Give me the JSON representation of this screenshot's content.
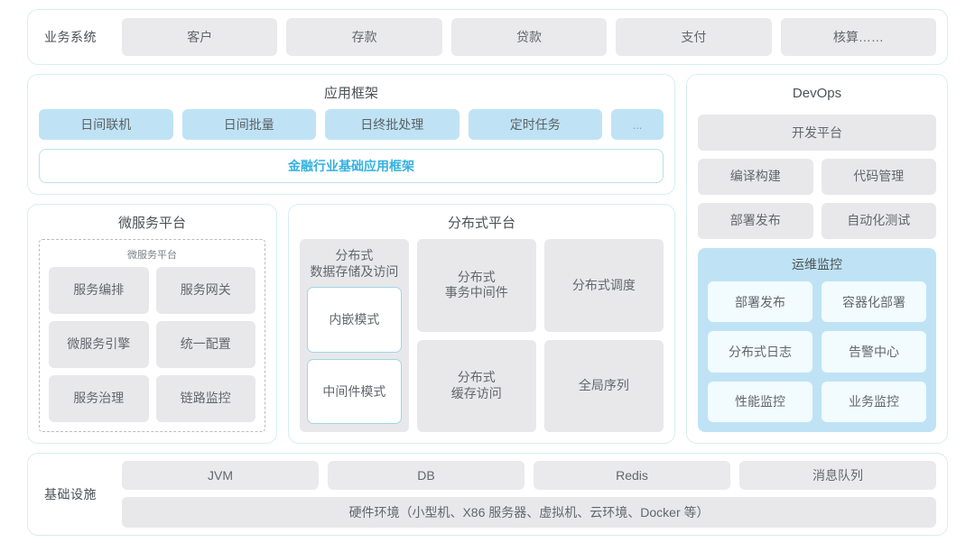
{
  "business_systems": {
    "label": "业务系统",
    "items": [
      "客户",
      "存款",
      "贷款",
      "支付",
      "核算……"
    ]
  },
  "app_framework": {
    "title": "应用框架",
    "chips": [
      "日间联机",
      "日间批量",
      "日终批处理",
      "定时任务"
    ],
    "ellipsis": "...",
    "base_framework": "金融行业基础应用框架"
  },
  "microservice_platform": {
    "title": "微服务平台",
    "inner_label": "微服务平台",
    "items": [
      "服务编排",
      "服务网关",
      "微服务引擎",
      "统一配置",
      "服务治理",
      "链路监控"
    ]
  },
  "distributed_platform": {
    "title": "分布式平台",
    "storage": {
      "title": "分布式\n数据存储及访问",
      "title_line1": "分布式",
      "title_line2": "数据存储及访问",
      "modes": [
        "内嵌模式",
        "中间件模式"
      ]
    },
    "cards": [
      {
        "line1": "分布式",
        "line2": "事务中间件"
      },
      {
        "line1": "分布式调度",
        "line2": ""
      },
      {
        "line1": "分布式",
        "line2": "缓存访问"
      },
      {
        "line1": "全局序列",
        "line2": ""
      }
    ]
  },
  "devops": {
    "title": "DevOps",
    "platform": "开发平台",
    "items": [
      "编译构建",
      "代码管理",
      "部署发布",
      "自动化测试"
    ],
    "ops_monitoring": {
      "title": "运维监控",
      "items": [
        "部署发布",
        "容器化部署",
        "分布式日志",
        "告警中心",
        "性能监控",
        "业务监控"
      ]
    }
  },
  "infrastructure": {
    "label": "基础设施",
    "items": [
      "JVM",
      "DB",
      "Redis",
      "消息队列"
    ],
    "hardware": "硬件环境（小型机、X86 服务器、虚拟机、云环境、Docker 等）"
  },
  "colors": {
    "panel_border": "#d7eef2",
    "chip_gray": "#e8e8ea",
    "chip_blue": "#bfe3f5",
    "accent_blue": "#33b1e0",
    "text": "#62676d"
  }
}
